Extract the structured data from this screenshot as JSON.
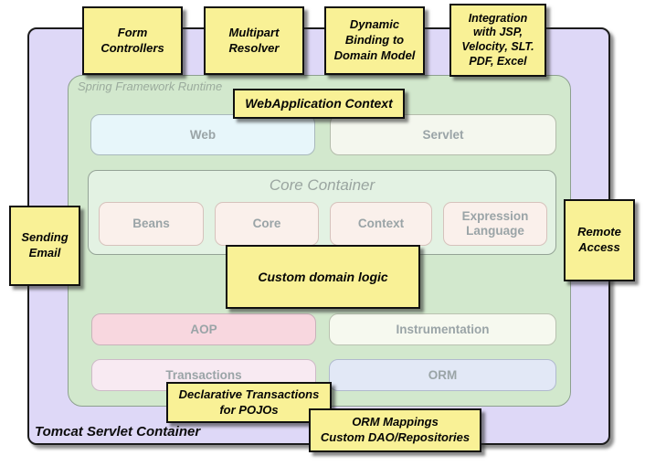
{
  "containers": {
    "tomcat": {
      "label": "Tomcat Servlet Container"
    },
    "runtime": {
      "label": "Spring Framework Runtime"
    },
    "core": {
      "title": "Core Container"
    }
  },
  "boxes": {
    "web": "Web",
    "servlet": "Servlet",
    "beans": "Beans",
    "core": "Core",
    "context": "Context",
    "expression_language": "Expression\nLanguage",
    "aop": "AOP",
    "instrumentation": "Instrumentation",
    "transactions": "Transactions",
    "orm": "ORM"
  },
  "notes": {
    "form_controllers": "Form\nControllers",
    "multipart_resolver": "Multipart\nResolver",
    "dynamic_binding": "Dynamic\nBinding to\nDomain Model",
    "integration": "Integration\nwith JSP,\nVelocity, SLT.\nPDF, Excel",
    "webapplication_context": "WebApplication Context",
    "sending_email": "Sending\nEmail",
    "remote_access": "Remote\nAccess",
    "custom_domain_logic": "Custom domain logic",
    "declarative_transactions": "Declarative Transactions\nfor POJOs",
    "orm_mappings": "ORM Mappings\nCustom DAO/Repositories"
  },
  "colors": {
    "note_fill": "#f9f196",
    "tomcat_fill": "#ded8f7",
    "runtime_fill": "#d2e8cd",
    "core_container_fill": "#e3f2e3",
    "web_fill": "#e7f6fa",
    "servlet_fill": "#f4f7ee",
    "module_fill": "#faf0eb",
    "aop_fill": "#f8d7df",
    "instrumentation_fill": "#f6f9ef",
    "transactions_fill": "#f8eaf2",
    "orm_fill": "#e2e8f6",
    "label_gray": "#9aa4a7"
  }
}
